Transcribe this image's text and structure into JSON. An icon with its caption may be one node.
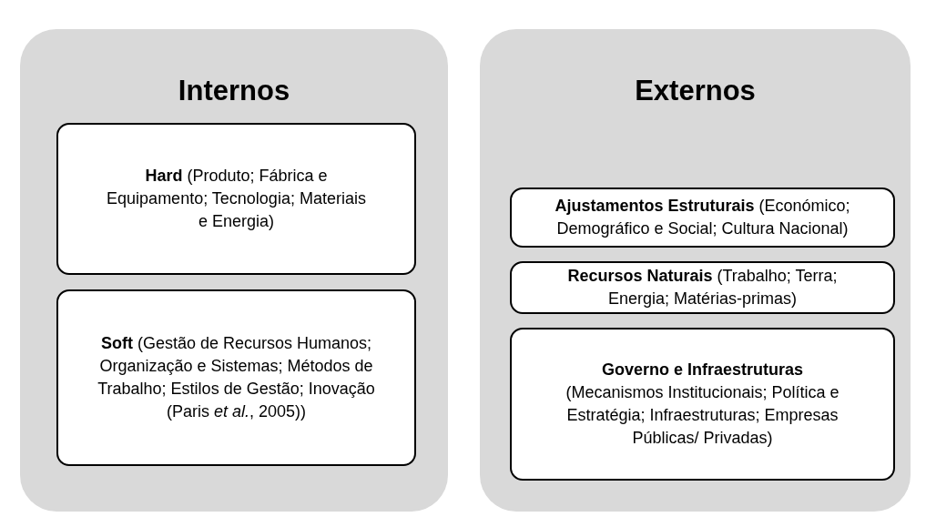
{
  "diagram": {
    "nodes": [
      {
        "text": [
          "Internos"
        ]
      },
      {
        "text": [
          "**Hard** (Produto; Fábrica e Equipamento; Tecnologia; Materiais e Energia)"
        ],
        "in": 0
      },
      {
        "text": [
          "**Soft** (Gestão de Recursos Humanos; Organização e Sistemas; Métodos de Trabalho; Estilos de Gestão; Inovação (Paris *et al.*, 2005))"
        ],
        "in": 0
      },
      {
        "text": [
          "Externos"
        ]
      },
      {
        "text": [
          "**Ajustamentos Estruturais** (Económico; Demográfico e Social; Cultura Nacional)"
        ],
        "in": 3
      },
      {
        "text": [
          "**Recursos Naturais** (Trabalho; Terra; Energia; Matérias-primas)"
        ],
        "in": 3
      },
      {
        "text": [
          "**Governo e Infraestruturas** (Mecanismos Institucionais; Política e Estratégia; Infraestruturas; Empresas Públicas/ Privadas)"
        ],
        "in": 3
      }
    ],
    "edges": []
  }
}
